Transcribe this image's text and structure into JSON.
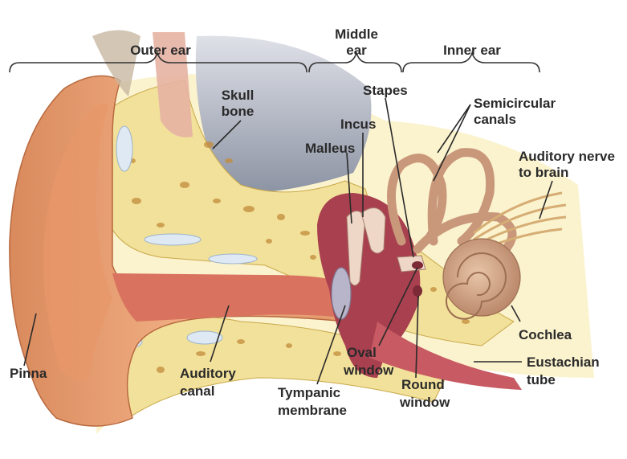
{
  "sections": {
    "outer_ear": "Outer ear",
    "middle_ear_line1": "Middle",
    "middle_ear_line2": "ear",
    "inner_ear": "Inner ear"
  },
  "labels": {
    "skull_bone_1": "Skull",
    "skull_bone_2": "bone",
    "stapes": "Stapes",
    "semicircular_1": "Semicircular",
    "semicircular_2": "canals",
    "incus": "Incus",
    "malleus": "Malleus",
    "auditory_nerve_1": "Auditory nerve",
    "auditory_nerve_2": "to brain",
    "pinna": "Pinna",
    "auditory_canal_1": "Auditory",
    "auditory_canal_2": "canal",
    "tympanic_1": "Tympanic",
    "tympanic_2": "membrane",
    "oval_window_1": "Oval",
    "oval_window_2": "window",
    "round_window_1": "Round",
    "round_window_2": "window",
    "cochlea": "Cochlea",
    "eustachian_1": "Eustachian",
    "eustachian_2": "tube"
  },
  "colors": {
    "skin": "#e9a377",
    "skin_dark": "#c97a4e",
    "bone": "#efdc8a",
    "bone_dark": "#c9a84a",
    "cavity": "#a8404f",
    "canal": "#c75a62",
    "skull_gray": "#9aa0ad",
    "inner_ear": "#d4a98a",
    "nerve": "#d9b178"
  }
}
